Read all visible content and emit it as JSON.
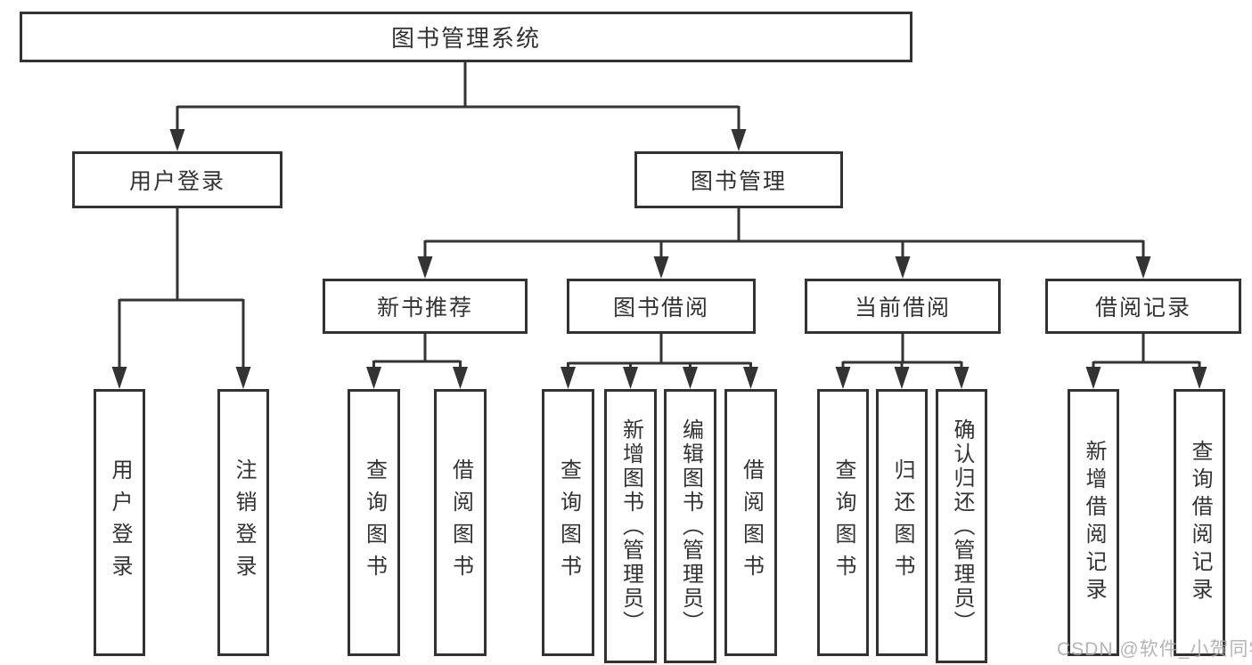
{
  "diagram_type": "functional-structure-tree",
  "colors": {
    "line": "#333333",
    "box_border": "#333333",
    "box_fill": "#ffffff",
    "text": "#333333",
    "watermark": "#a8a8a8"
  },
  "tree": {
    "label": "图书管理系统",
    "children": [
      {
        "label": "用户登录",
        "children": [
          {
            "label": "用户登录"
          },
          {
            "label": "注销登录"
          }
        ]
      },
      {
        "label": "图书管理",
        "children": [
          {
            "label": "新书推荐",
            "children": [
              {
                "label": "查询图书"
              },
              {
                "label": "借阅图书"
              }
            ]
          },
          {
            "label": "图书借阅",
            "children": [
              {
                "label": "查询图书"
              },
              {
                "label": "新增图书（管理员）"
              },
              {
                "label": "编辑图书（管理员）"
              },
              {
                "label": "借阅图书"
              }
            ]
          },
          {
            "label": "当前借阅",
            "children": [
              {
                "label": "查询图书"
              },
              {
                "label": "归还图书"
              },
              {
                "label": "确认归还（管理员）"
              }
            ]
          },
          {
            "label": "借阅记录",
            "children": [
              {
                "label": "新增借阅记录"
              },
              {
                "label": "查询借阅记录"
              }
            ]
          }
        ]
      }
    ]
  },
  "watermark": {
    "text": "CSDN @软件_小贺同学"
  }
}
